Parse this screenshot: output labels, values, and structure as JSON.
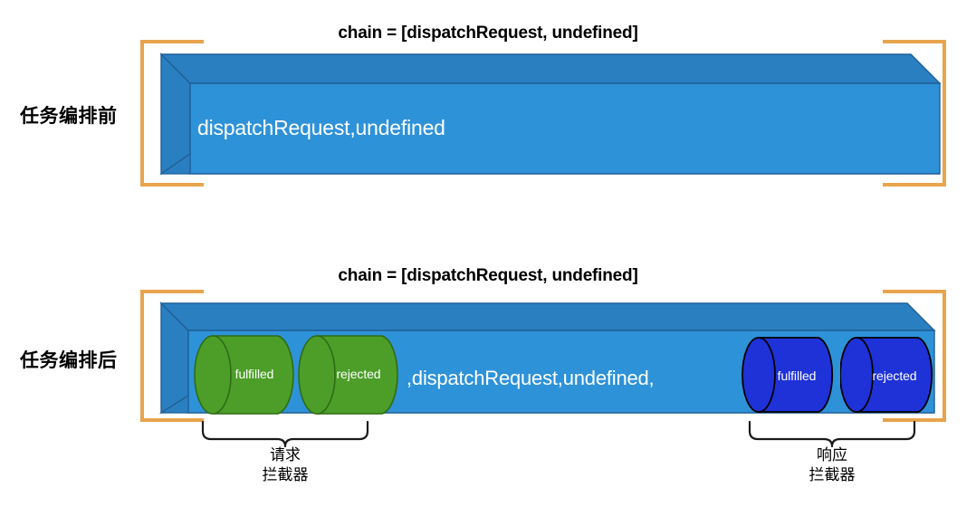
{
  "diagram": {
    "title_top": "chain = [dispatchRequest, undefined]",
    "title_bottom": "chain = [dispatchRequest, undefined]",
    "label_before": "任务编排前",
    "label_after": "任务编排后",
    "chain_text_before": "dispatchRequest,undefined",
    "chain_text_after": ",dispatchRequest,undefined,",
    "request_interceptors": {
      "fulfilled": "fulfilled",
      "rejected": "rejected",
      "caption_line1": "请求",
      "caption_line2": "拦截器"
    },
    "response_interceptors": {
      "fulfilled": "fulfilled",
      "rejected": "rejected",
      "caption_line1": "响应",
      "caption_line2": "拦截器"
    },
    "colors": {
      "box_front": "#2e92d8",
      "box_top": "#2a7fc1",
      "box_side": "#2a7fc1",
      "box_stroke": "#1f5f96",
      "bracket": "#e8a44c",
      "request_cylinder": "#4c9e28",
      "request_cylinder_stroke": "#2f6b14",
      "response_cylinder": "#1e32d8",
      "response_cylinder_stroke": "#000000",
      "text_on_box": "#ffffff",
      "text_dark": "#000000"
    }
  }
}
